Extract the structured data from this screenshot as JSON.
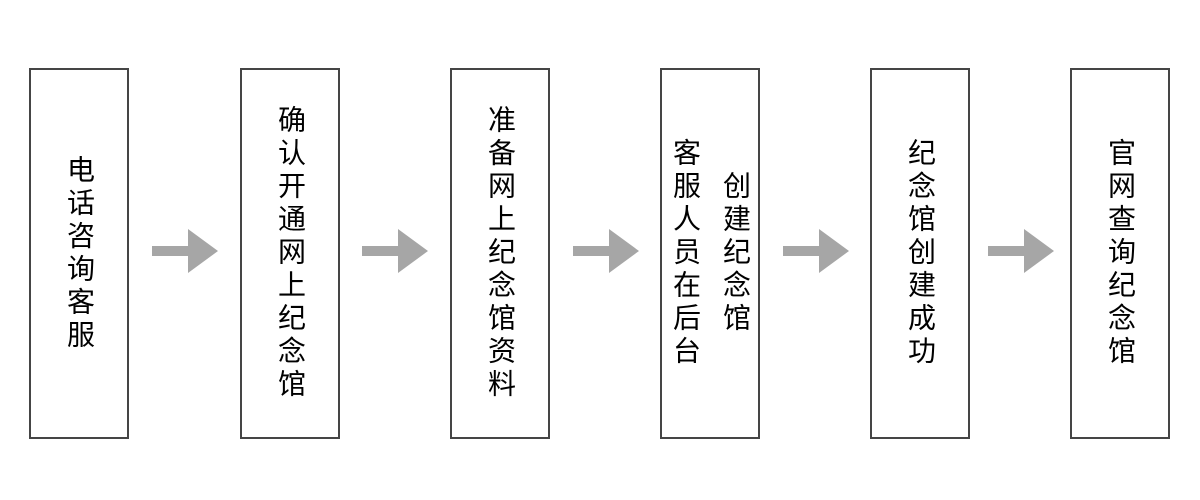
{
  "flowchart": {
    "steps": [
      {
        "label": "电话咨询客服"
      },
      {
        "label": "确认开通网上纪念馆"
      },
      {
        "label": "准备网上纪念馆资料"
      },
      {
        "label": "客服人员在后台\n创建纪念馆"
      },
      {
        "label": "纪念馆创建成功"
      },
      {
        "label": "官网查询纪念馆"
      }
    ],
    "arrow_color": "#a6a6a6",
    "box_border_color": "#454545",
    "text_color": "#000000",
    "background_color": "#ffffff"
  }
}
